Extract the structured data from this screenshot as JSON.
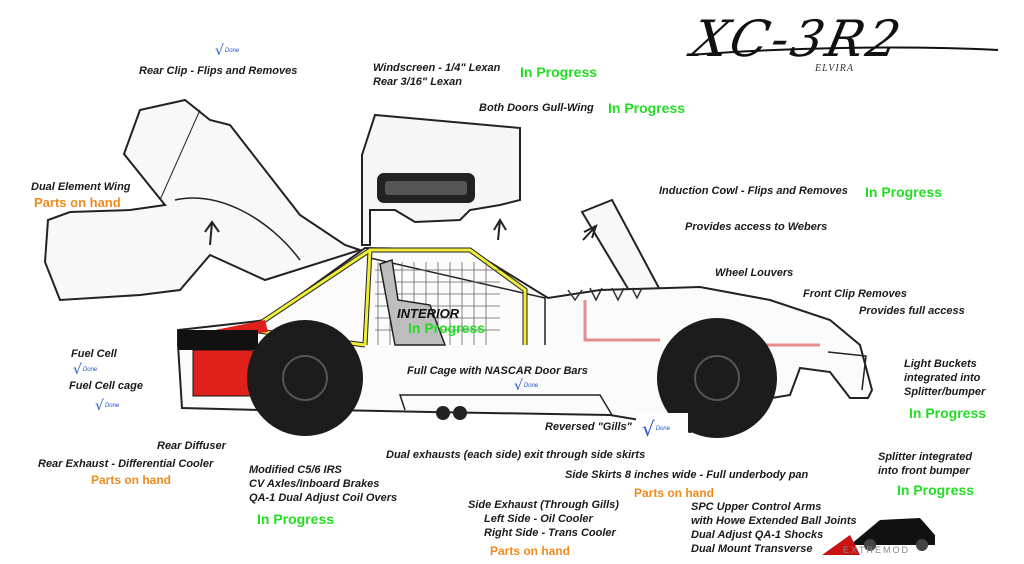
{
  "title": {
    "logo": "XC-3R2",
    "subtitle": "ELVIRA"
  },
  "status": {
    "done": "Done",
    "in_progress": "In Progress",
    "parts": "Parts on hand"
  },
  "interior_label": "INTERIOR",
  "labels": {
    "rear_clip": "Rear Clip - Flips and Removes",
    "windscreen": "Windscreen - 1/4\" Lexan",
    "rear_lexan": "Rear 3/16\" Lexan",
    "doors": "Both Doors Gull-Wing",
    "wing": "Dual Element Wing",
    "induction": "Induction Cowl - Flips and Removes",
    "webers": "Provides access to Webers",
    "louvers": "Wheel Louvers",
    "front_clip": "Front Clip Removes",
    "full_access": "Provides full access",
    "fuel_cell": "Fuel Cell",
    "fuel_cage": "Fuel Cell cage",
    "cage": "Full Cage with NASCAR Door Bars",
    "light_buckets_1": "Light Buckets",
    "light_buckets_2": "integrated into",
    "light_buckets_3": "Splitter/bumper",
    "gills": "Reversed \"Gills\"",
    "diffuser": "Rear Diffuser",
    "exhaust_diff": "Rear Exhaust - Differential Cooler",
    "dual_exhaust": "Dual exhausts (each side) exit through side skirts",
    "splitter_1": "Splitter integrated",
    "splitter_2": "into front bumper",
    "irs_1": "Modified C5/6 IRS",
    "irs_2": "CV Axles/Inboard Brakes",
    "irs_3": "QA-1 Dual Adjust Coil Overs",
    "skirts": "Side Skirts 8 inches wide - Full underbody pan",
    "side_exhaust_1": "Side Exhaust (Through Gills)",
    "side_exhaust_2": "Left Side - Oil Cooler",
    "side_exhaust_3": "Right Side - Trans Cooler",
    "spc_1": "SPC Upper Control Arms",
    "spc_2": "with Howe Extended Ball Joints",
    "spc_3": "Dual Adjust QA-1 Shocks",
    "spc_4": "Dual Mount Transverse"
  },
  "colors": {
    "green": "#22dd22",
    "orange": "#f08a1c",
    "check": "#2255cc",
    "cage": "#f2ee38",
    "red": "#e0201a"
  },
  "watermark": "EXTREMOD"
}
